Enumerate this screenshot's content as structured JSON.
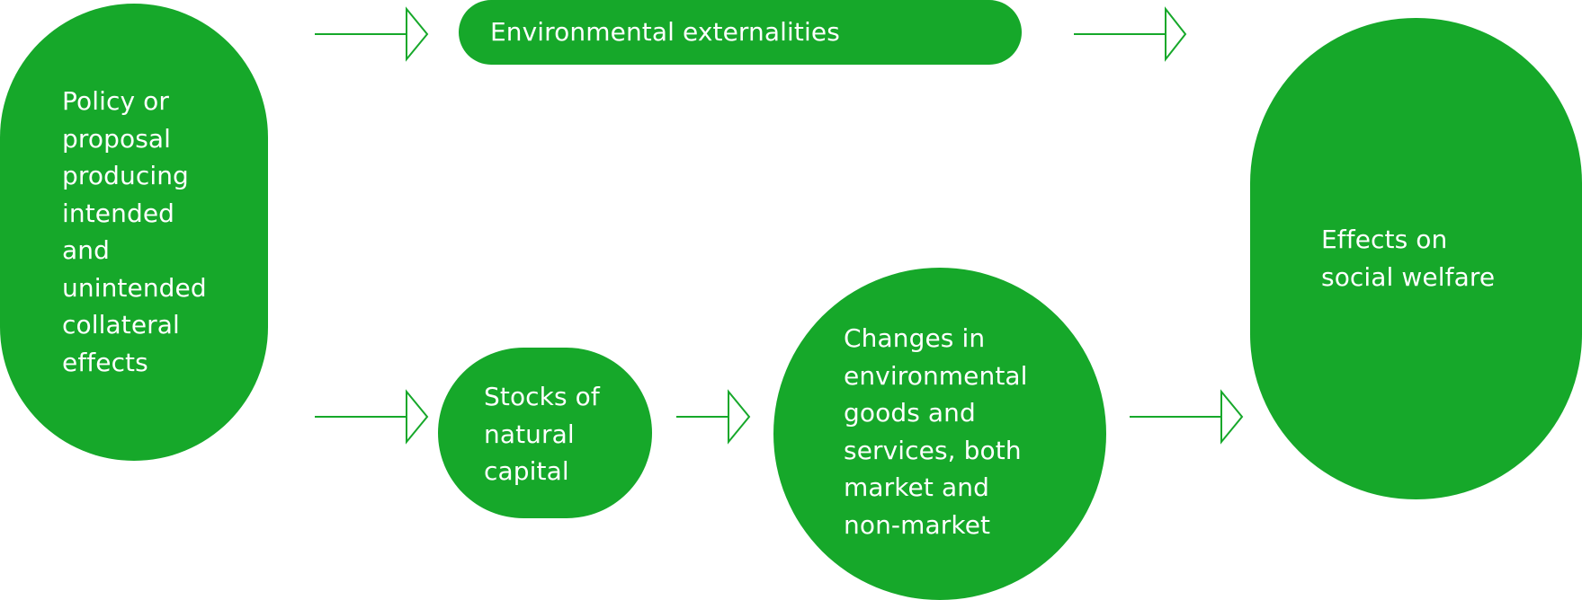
{
  "colors": {
    "node_fill": "#16a82a",
    "arrow_stroke": "#16a82a",
    "text": "#ffffff"
  },
  "nodes": {
    "policy": "Policy or\nproposal\nproducing\nintended\nand\nunintended\ncollateral\neffects",
    "externalities": "Environmental externalities",
    "stocks": "Stocks of\nnatural\ncapital",
    "changes": "Changes in\nenvironmental\ngoods and\nservices, both\nmarket and\nnon-market",
    "welfare": "Effects on\nsocial welfare"
  }
}
